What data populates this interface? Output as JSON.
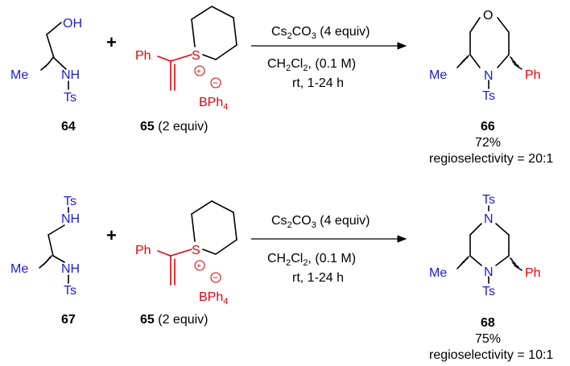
{
  "colors": {
    "hetero": "#1c1cd8",
    "reagent": "#e8000b",
    "bond": "#000000"
  },
  "labels": {
    "oh": "OH",
    "nh": "NH",
    "ts": "Ts",
    "me": "Me",
    "ph": "Ph",
    "s": "S",
    "plus": "+",
    "o": "O",
    "n": "N",
    "bph": "BPh",
    "sub4": "4"
  },
  "reactions": [
    {
      "substrate": "64",
      "reagent_num": "65",
      "reagent_equiv": "(2 equiv)",
      "cond1_a": "Cs",
      "cond1_b": "2",
      "cond1_c": "CO",
      "cond1_d": "3",
      "cond1_e": " (4 equiv)",
      "cond2_a": "CH",
      "cond2_b": "2",
      "cond2_c": "Cl",
      "cond2_d": "2",
      "cond2_e": ", (0.1 M)",
      "cond3": "rt, 1-24 h",
      "product": "66",
      "yield": "72%",
      "regio": "regioselectivity = 20:1"
    },
    {
      "substrate": "67",
      "reagent_num": "65",
      "reagent_equiv": "(2 equiv)",
      "cond1_a": "Cs",
      "cond1_b": "2",
      "cond1_c": "CO",
      "cond1_d": "3",
      "cond1_e": " (4 equiv)",
      "cond2_a": "CH",
      "cond2_b": "2",
      "cond2_c": "Cl",
      "cond2_d": "2",
      "cond2_e": ", (0.1 M)",
      "cond3": "rt, 1-24 h",
      "product": "68",
      "yield": "75%",
      "regio": "regioselectivity = 10:1"
    }
  ]
}
